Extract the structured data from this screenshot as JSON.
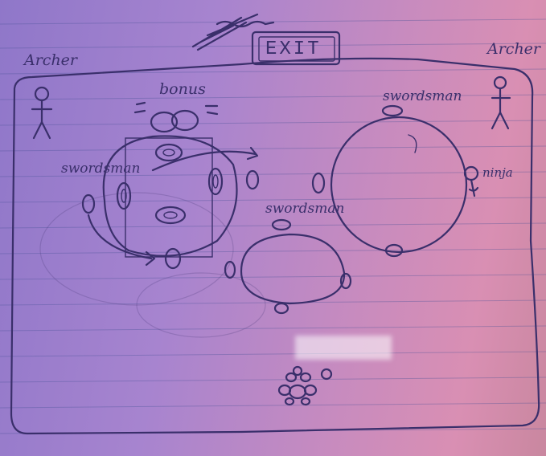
{
  "labels": {
    "exit": "EXIT",
    "archer_left": "Archer",
    "archer_right": "Archer",
    "bonus": "bonus",
    "swordsman_left": "swordsman",
    "swordsman_right": "swordsman",
    "swordsman_center": "swordsman",
    "ninja": "ninja"
  },
  "icons": [
    "stick-figure-icon",
    "coin-pile-icon",
    "token-icon"
  ]
}
